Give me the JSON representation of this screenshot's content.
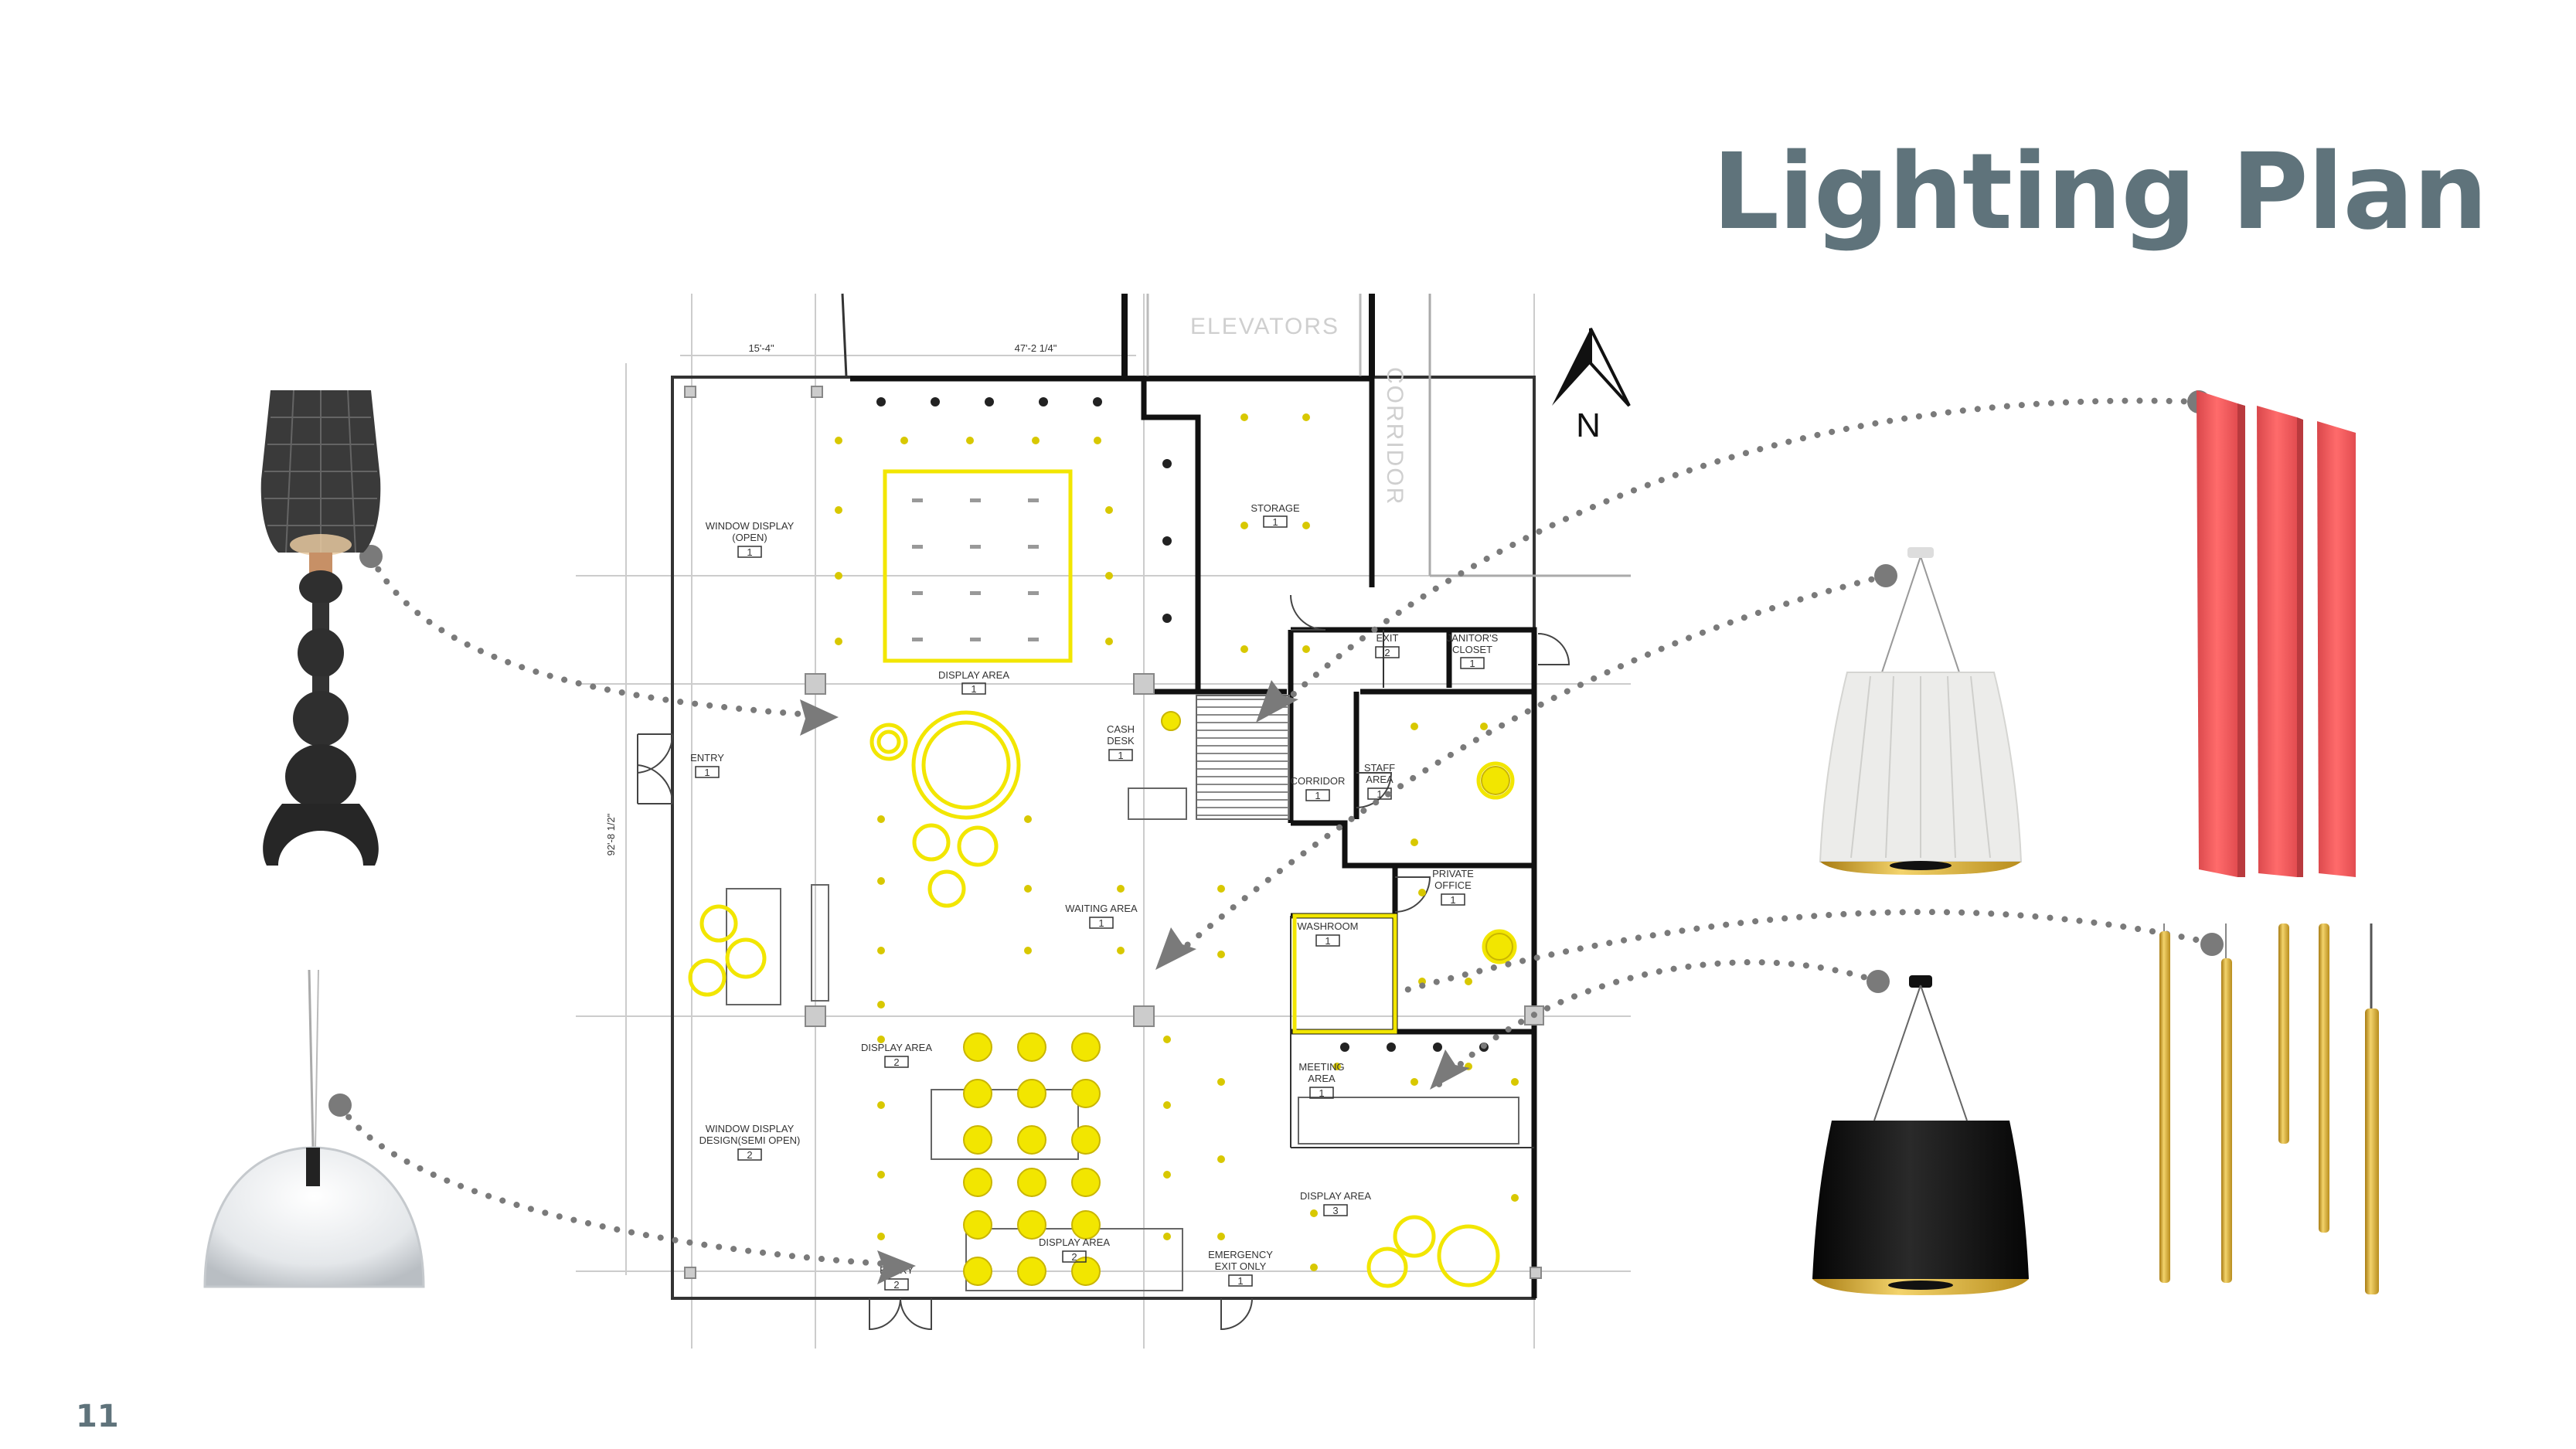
{
  "title": "Lighting Plan",
  "page_number": "11",
  "north_label": "N",
  "plan": {
    "dimension_top_left": "15'-4\"",
    "dimension_top_right": "47'-2 1/4\"",
    "dimension_left": "92'-8 1/2\"",
    "elevators": "ELEVATORS",
    "corridor_vertical": "CORRIDOR",
    "rooms": [
      {
        "label": "WINDOW DISPLAY (OPEN)",
        "tag": "1"
      },
      {
        "label": "DISPLAY AREA",
        "tag": "1"
      },
      {
        "label": "STORAGE",
        "tag": "1"
      },
      {
        "label": "EXIT",
        "tag": "2"
      },
      {
        "label": "JANITOR'S CLOSET",
        "tag": "1"
      },
      {
        "label": "ENTRY",
        "tag": "1"
      },
      {
        "label": "CASH DESK",
        "tag": "1"
      },
      {
        "label": "CORRIDOR",
        "tag": "1"
      },
      {
        "label": "STAFF AREA",
        "tag": "1"
      },
      {
        "label": "PRIVATE OFFICE",
        "tag": "1"
      },
      {
        "label": "WAITING AREA",
        "tag": "1"
      },
      {
        "label": "WASHROOM",
        "tag": "1"
      },
      {
        "label": "DISPLAY AREA",
        "tag": "2"
      },
      {
        "label": "MEETING AREA",
        "tag": "1"
      },
      {
        "label": "WINDOW DISPLAY DESIGN(SEMI OPEN)",
        "tag": "2"
      },
      {
        "label": "DISPLAY AREA",
        "tag": "3"
      },
      {
        "label": "DISPLAY AREA",
        "tag": "2"
      },
      {
        "label": "EMERGENCY EXIT ONLY",
        "tag": "1"
      },
      {
        "label": "ENTRY",
        "tag": "2"
      }
    ]
  },
  "fixtures": [
    {
      "name": "black-beaded-floor-lamp",
      "color": "#333333"
    },
    {
      "name": "clear-dome-pendant",
      "color": "#e6e8ea"
    },
    {
      "name": "red-linear-wall-panels",
      "color": "#f05a5a"
    },
    {
      "name": "white-drum-pendant",
      "color": "#ececea"
    },
    {
      "name": "gold-tube-pendants",
      "color": "#d4a82a"
    },
    {
      "name": "black-drum-pendant",
      "color": "#111111"
    }
  ],
  "colors": {
    "title": "#5f737b",
    "connector": "#7a7a7a",
    "fixture_yellow": "#f2e600",
    "wall": "#111111"
  }
}
